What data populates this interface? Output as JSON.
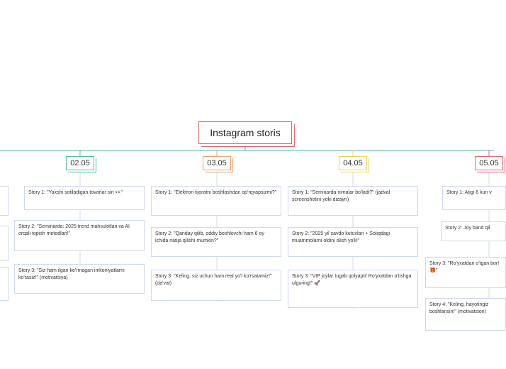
{
  "root": {
    "title": "Instagram storis"
  },
  "branches": [
    {
      "date": "02.05",
      "stories": [
        "Story 1: \"Yaxshi sotiladigan tovarlar siri 👀\"",
        "Story 2: \"Seminarda: 2025 trend mahsulotlari va AI orqali topish metodlari!\"",
        "Story 3: \"Siz ham ilgari ko'rmagan imkoniyatlarni ko'rasiz!\" (motivatsiya)"
      ]
    },
    {
      "date": "03.05",
      "stories": [
        "Story 1: \"Elektron tijoratni boshlashdan qo'rqyapsizmi?\"",
        "Story 2: \"Qanday qilib, oddiy boshlovchi ham 6 oy ichida natija qilishi mumkin?\"",
        "Story 3: \"Keling, siz uchun ham real yo'l ko'rsatamiz!\" (da'vat)"
      ]
    },
    {
      "date": "04.05",
      "stories": [
        "Story 1: \"Seminarda nimalar bo'ladi?\" (jadval screenshotini yoki dizayn)",
        "Story 2: \"2025 yil savdo kutuvlari + Soliqdagi muammolarni oldini olish yo'li!\"",
        "Story 3: \"VIP joylar tugab qolyapti! Ro'yxatdan o'tishga ulguring!\" 🚀"
      ]
    },
    {
      "date": "05.05",
      "stories": [
        "Story 1: Atigi 6 kun v",
        "Story 2: Joy band qil",
        "Story 3: \"Ro'yxatdan o'tgan bor! 🎁\"",
        "Story 4: \"Keling, hayotingiz boshlansin!\" (motivatsion)"
      ]
    }
  ]
}
